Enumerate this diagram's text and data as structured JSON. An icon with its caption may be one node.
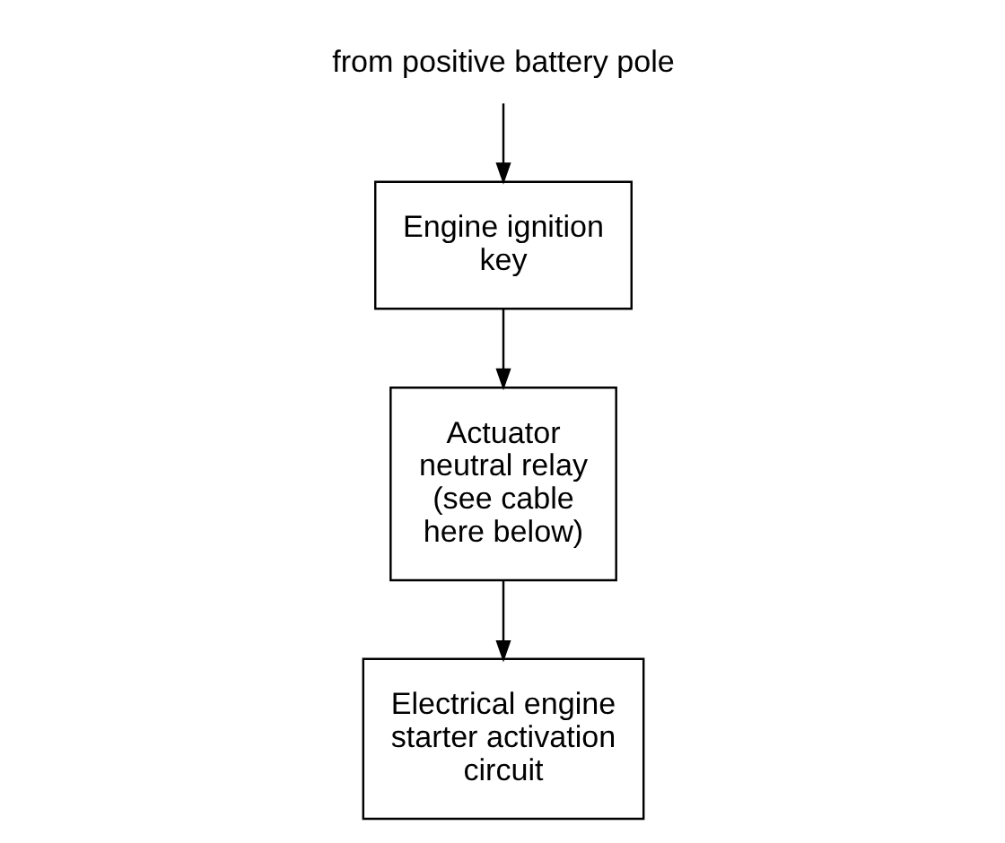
{
  "diagram": {
    "nodes": [
      {
        "text": [
          "from positive battery pole"
        ]
      },
      {
        "text": [
          "Engine ignition key"
        ]
      },
      {
        "text": [
          "Actuator neutral relay (see cable here below)"
        ]
      },
      {
        "text": [
          "Electrical engine starter activation circuit"
        ]
      }
    ],
    "edges": [
      {
        "from": 0,
        "to": 1,
        "arrow": "to"
      },
      {
        "from": 1,
        "to": 2,
        "arrow": "to"
      },
      {
        "from": 2,
        "to": 3,
        "arrow": "to"
      }
    ]
  }
}
